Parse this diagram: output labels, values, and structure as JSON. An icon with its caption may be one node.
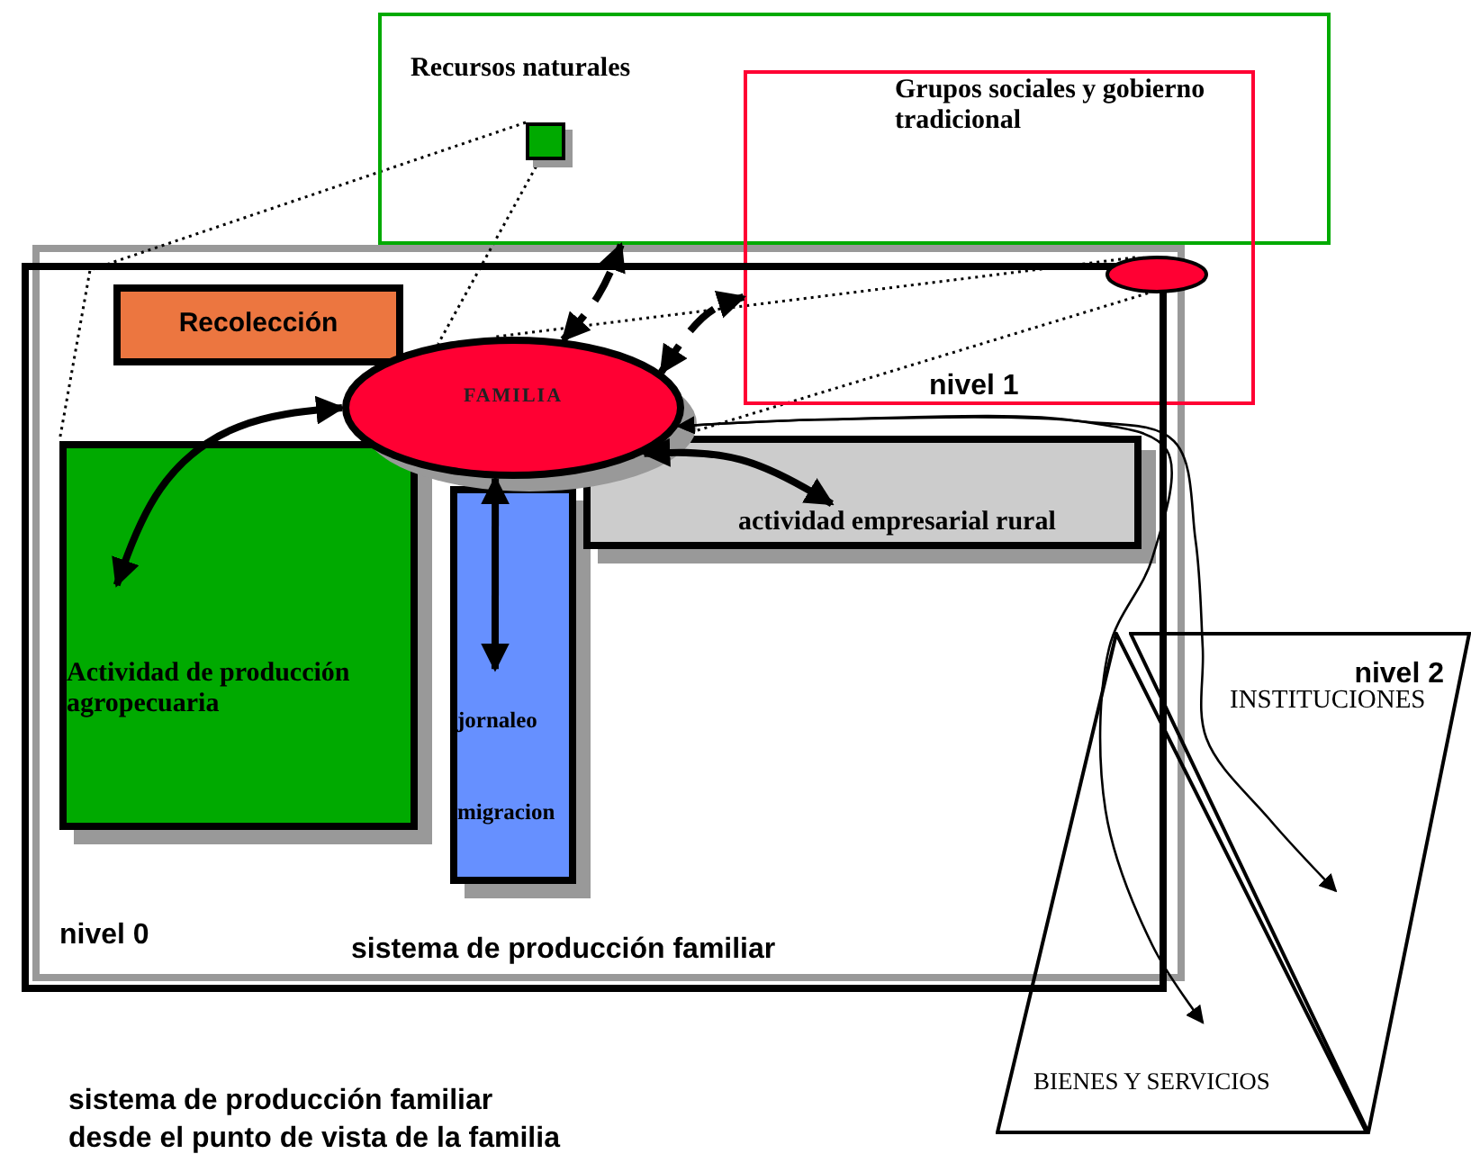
{
  "diagram": {
    "caption": "sistema de producción familiar desde el punto de vista de la familia",
    "nodes": [
      {
        "text": [
          "Recursos naturales"
        ]
      },
      {
        "text": [],
        "shape": "box",
        "in": 0
      },
      {
        "text": [
          "Grupos sociales y gobierno tradicional"
        ]
      },
      {
        "text": [],
        "shape": "ellipse",
        "in": 2
      },
      {
        "text": [
          "sistema de producción familiar"
        ]
      },
      {
        "text": [
          "Recolección"
        ],
        "in": 4
      },
      {
        "text": [
          "FAMILIA"
        ],
        "in": 4
      },
      {
        "text": [
          "Actividad de producción agropecuaria"
        ],
        "in": 4
      },
      {
        "text": [
          "jornaleo",
          "migracion"
        ],
        "in": 4
      },
      {
        "text": [
          "actividad empresarial rural"
        ],
        "in": 4
      },
      {
        "text": [
          "INSTITUCIONES"
        ]
      },
      {
        "text": [
          "BIENES Y SERVICIOS"
        ]
      }
    ],
    "edges": [
      {
        "from": 1,
        "to": 7,
        "arrow": "none",
        "style": "dashed"
      },
      {
        "from": 1,
        "to": 6,
        "arrow": "none",
        "style": "dashed"
      },
      {
        "from": 3,
        "to": 6,
        "arrow": "none",
        "style": "dashed"
      },
      {
        "from": 3,
        "to": 6,
        "arrow": "none",
        "style": "dashed"
      },
      {
        "from": 6,
        "to": 0,
        "arrow": "both",
        "style": "dashed"
      },
      {
        "from": 6,
        "to": 2,
        "arrow": "both",
        "style": "dashed"
      },
      {
        "from": 6,
        "to": 7,
        "arrow": "both",
        "style": "thick"
      },
      {
        "from": 6,
        "to": 9,
        "arrow": "both",
        "style": "thick"
      },
      {
        "from": 6,
        "to": 8,
        "arrow": "both",
        "style": "thick"
      },
      {
        "from": 6,
        "to": 10,
        "arrow": "both"
      },
      {
        "from": 6,
        "to": 11,
        "arrow": "both"
      }
    ],
    "labels": [
      "nivel 0",
      "nivel 1",
      "nivel 2"
    ]
  }
}
